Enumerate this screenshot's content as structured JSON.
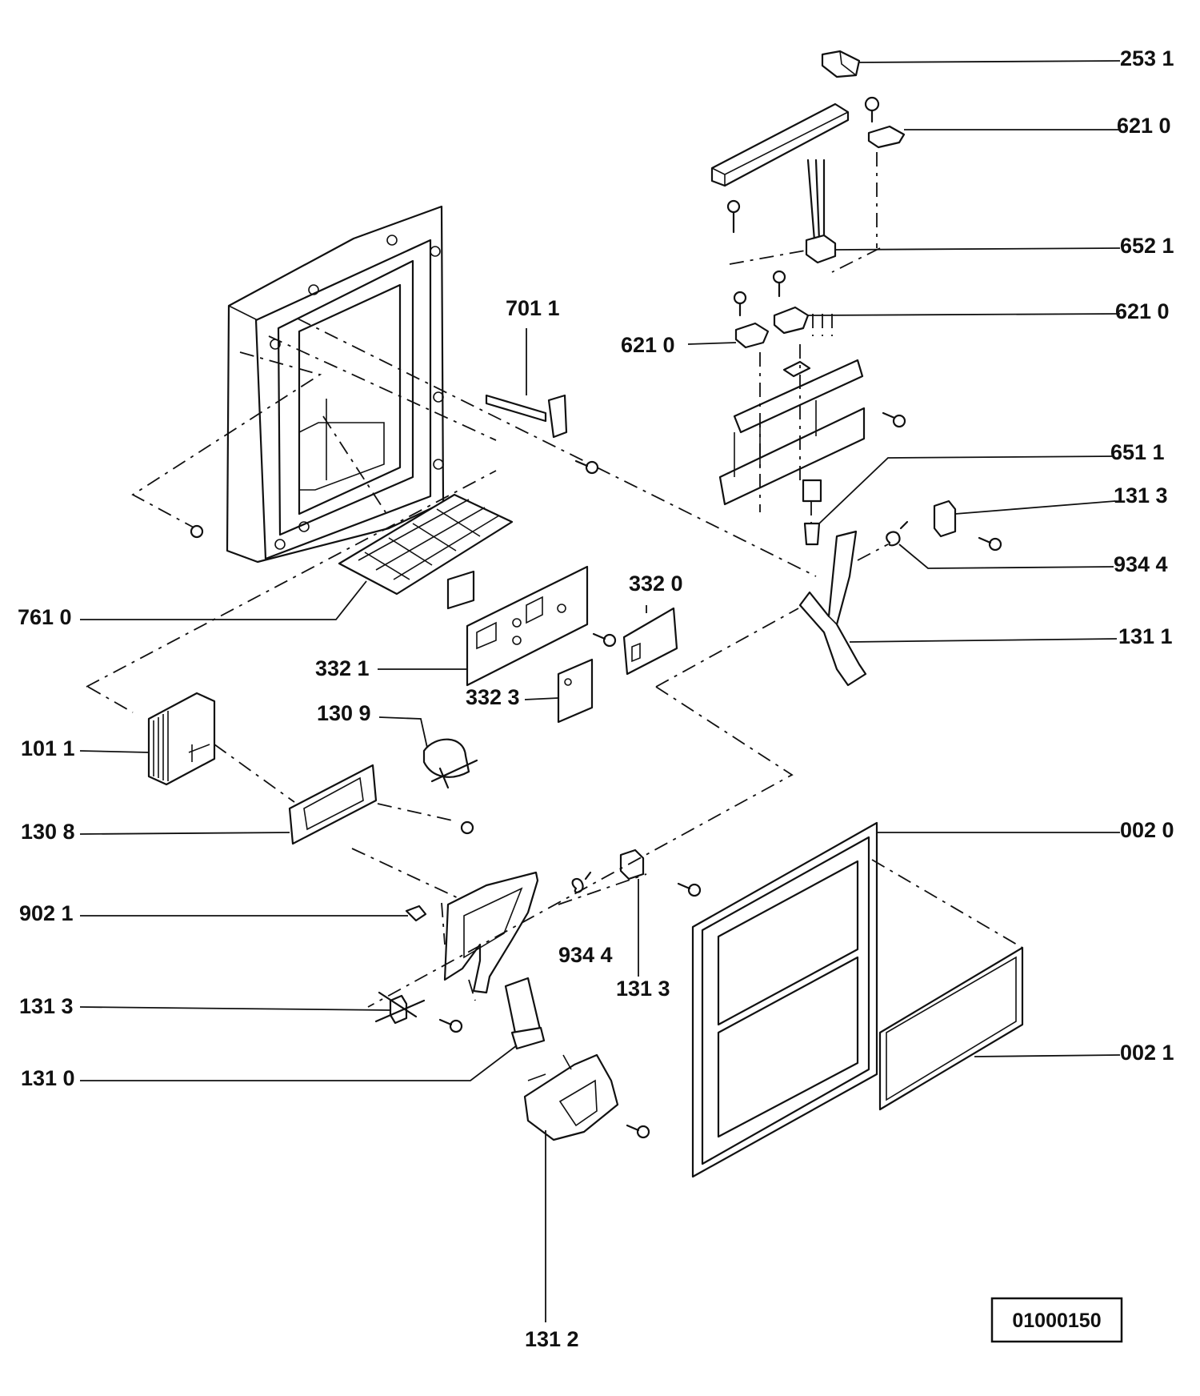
{
  "parts": {
    "p2531": "253 1",
    "p6210_top": "621 0",
    "p6521": "652 1",
    "p6210_right": "621 0",
    "p6210_mid": "621 0",
    "p7011": "701 1",
    "p6511": "651 1",
    "p1313_top": "131 3",
    "p9344_top": "934 4",
    "p1311": "131 1",
    "p3320": "332 0",
    "p7610": "761 0",
    "p3321": "332 1",
    "p3323": "332 3",
    "p1309": "130 9",
    "p1011": "101 1",
    "p1308": "130 8",
    "p0020": "002 0",
    "p9021": "902 1",
    "p9344_mid": "934 4",
    "p1313_mid": "131 3",
    "p1313_left": "131 3",
    "p1310": "131 0",
    "p0021": "002 1",
    "p1312": "131 2"
  },
  "drawing_number": "01000150"
}
